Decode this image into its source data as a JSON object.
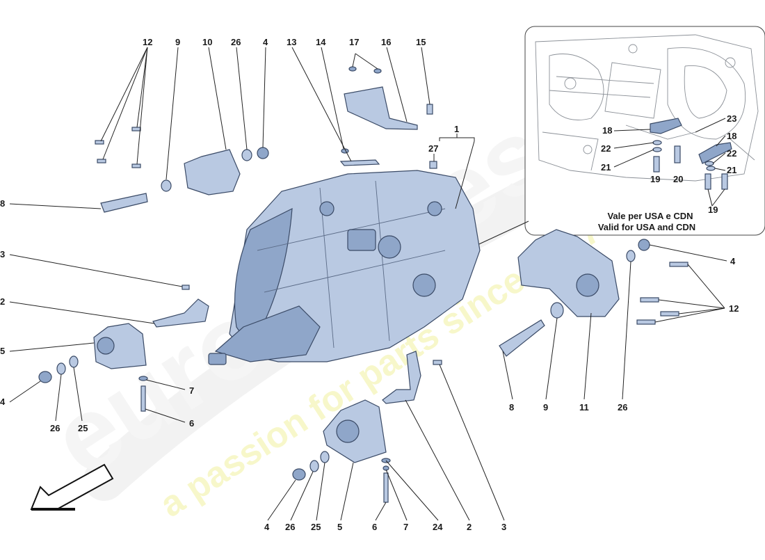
{
  "diagram": {
    "callouts": [
      {
        "id": "c12a",
        "text": "12"
      },
      {
        "id": "c9a",
        "text": "9"
      },
      {
        "id": "c10",
        "text": "10"
      },
      {
        "id": "c26a",
        "text": "26"
      },
      {
        "id": "c4a",
        "text": "4"
      },
      {
        "id": "c13",
        "text": "13"
      },
      {
        "id": "c14",
        "text": "14"
      },
      {
        "id": "c17",
        "text": "17"
      },
      {
        "id": "c16",
        "text": "16"
      },
      {
        "id": "c15",
        "text": "15"
      },
      {
        "id": "c1",
        "text": "1"
      },
      {
        "id": "c27",
        "text": "27"
      },
      {
        "id": "c8a",
        "text": "8"
      },
      {
        "id": "c3a",
        "text": "3"
      },
      {
        "id": "c2a",
        "text": "2"
      },
      {
        "id": "c5a",
        "text": "5"
      },
      {
        "id": "c4b",
        "text": "4"
      },
      {
        "id": "c26b",
        "text": "26"
      },
      {
        "id": "c25a",
        "text": "25"
      },
      {
        "id": "c7a",
        "text": "7"
      },
      {
        "id": "c6a",
        "text": "6"
      },
      {
        "id": "c4c",
        "text": "4"
      },
      {
        "id": "c12b",
        "text": "12"
      },
      {
        "id": "c8b",
        "text": "8"
      },
      {
        "id": "c9b",
        "text": "9"
      },
      {
        "id": "c11",
        "text": "11"
      },
      {
        "id": "c26c",
        "text": "26"
      },
      {
        "id": "c4d",
        "text": "4"
      },
      {
        "id": "c26d",
        "text": "26"
      },
      {
        "id": "c25b",
        "text": "25"
      },
      {
        "id": "c5b",
        "text": "5"
      },
      {
        "id": "c6b",
        "text": "6"
      },
      {
        "id": "c7b",
        "text": "7"
      },
      {
        "id": "c24",
        "text": "24"
      },
      {
        "id": "c2b",
        "text": "2"
      },
      {
        "id": "c3b",
        "text": "3"
      }
    ],
    "inset": {
      "callouts": [
        {
          "id": "i23",
          "text": "23"
        },
        {
          "id": "i18a",
          "text": "18"
        },
        {
          "id": "i18b",
          "text": "18"
        },
        {
          "id": "i22a",
          "text": "22"
        },
        {
          "id": "i22b",
          "text": "22"
        },
        {
          "id": "i21a",
          "text": "21"
        },
        {
          "id": "i21b",
          "text": "21"
        },
        {
          "id": "i19a",
          "text": "19"
        },
        {
          "id": "i20",
          "text": "20"
        },
        {
          "id": "i19b",
          "text": "19"
        }
      ],
      "note_line1": "Vale per USA e CDN",
      "note_line2": "Valid for USA and CDN"
    },
    "watermark": {
      "logo": "eurospares",
      "tagline": "a passion for parts since 1947"
    },
    "colors": {
      "part_fill": "#b9c9e2",
      "part_outline": "#3a4a66",
      "watermark": "#f2f2a0",
      "background": "#ffffff"
    }
  }
}
